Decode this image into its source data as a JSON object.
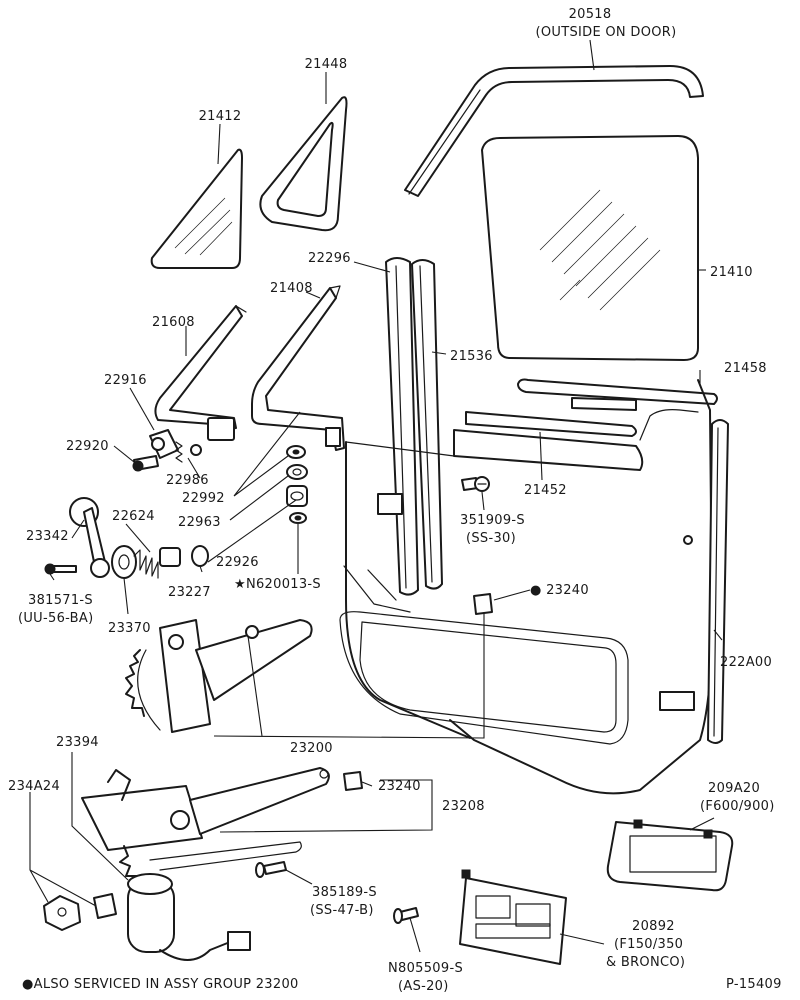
{
  "callouts": {
    "c20518": "20518",
    "c20518_note": "(OUTSIDE ON DOOR)",
    "c21448": "21448",
    "c21412": "21412",
    "c22296": "22296",
    "c21410": "21410",
    "c21408": "21408",
    "c21608": "21608",
    "c21536": "21536",
    "c22916": "22916",
    "c21458": "21458",
    "c22920": "22920",
    "c22986": "22986",
    "c22992": "22992",
    "c21452": "21452",
    "c22624": "22624",
    "c23342": "23342",
    "c22963": "22963",
    "c351909": "351909-S",
    "c351909_note": "(SS-30)",
    "c22926": "22926",
    "c381571": "381571-S",
    "c381571_note": "(UU-56-BA)",
    "c23227": "23227",
    "c620013": "★N620013-S",
    "c23240a": "● 23240",
    "c23370": "23370",
    "c222A00": "222A00",
    "c23200": "23200",
    "c23394": "23394",
    "c234A24": "234A24",
    "c23240b": "23240",
    "c23208": "23208",
    "c209A20": "209A20",
    "c209A20_note": "(F600/900)",
    "c385189": "385189-S",
    "c385189_note": "(SS-47-B)",
    "c20892": "20892",
    "c20892_note1": "(F150/350",
    "c20892_note2": "& BRONCO)",
    "c805509": "N805509-S",
    "c805509_note": "(AS-20)"
  },
  "footnote": "●ALSO SERVICED IN ASSY GROUP 23200",
  "figure_id": "P-15409"
}
